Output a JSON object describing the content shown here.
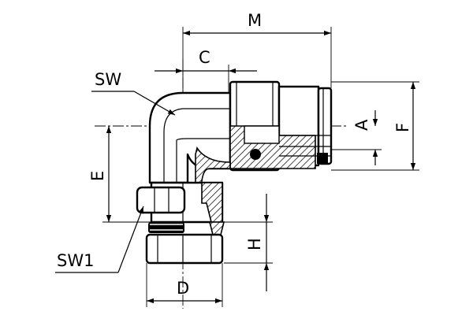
{
  "labels": {
    "M": "M",
    "C": "C",
    "SW": "SW",
    "A": "A",
    "F": "F",
    "E": "E",
    "SW1": "SW1",
    "H": "H",
    "D": "D"
  }
}
